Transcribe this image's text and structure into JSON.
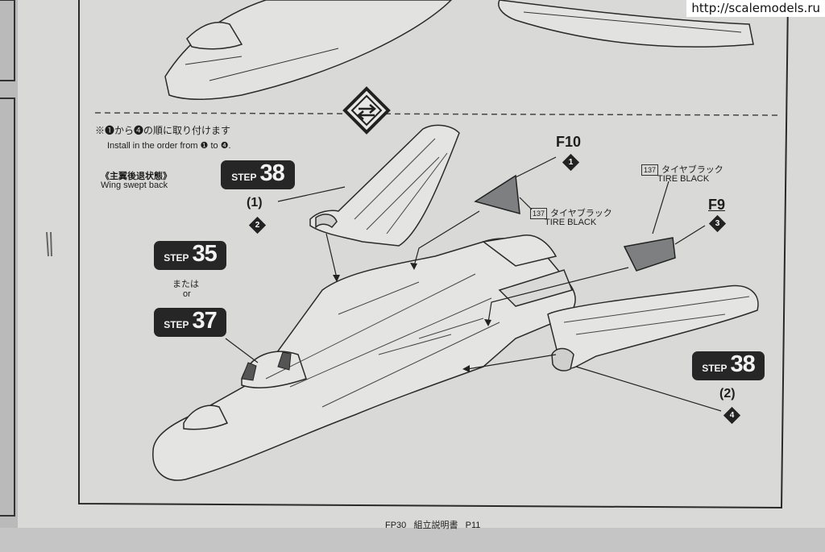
{
  "watermark": "http://scalemodels.ru",
  "note": {
    "jp": "※❶から❹の順に取り付けます",
    "en": "Install in the order from ❶ to ❹."
  },
  "state": {
    "jp": "《主翼後退状態》",
    "en": "Wing swept back"
  },
  "steps": {
    "wing_top": {
      "word": "STEP",
      "number": "38",
      "marker": "(1)",
      "order": "2"
    },
    "alt_a": {
      "word": "STEP",
      "number": "35"
    },
    "alt_or_jp": "または",
    "alt_or_en": "or",
    "alt_b": {
      "word": "STEP",
      "number": "37"
    },
    "wing_right": {
      "word": "STEP",
      "number": "38",
      "marker": "(2)",
      "order": "4"
    }
  },
  "parts": {
    "f10": {
      "id": "F10",
      "order": "1",
      "code": "137",
      "jp": "タイヤブラック",
      "en": "TIRE BLACK"
    },
    "f9": {
      "id": "F9",
      "order": "3",
      "code": "137",
      "jp": "タイヤブラック",
      "en": "TIRE BLACK"
    }
  },
  "footer": {
    "model": "FP30",
    "title": "組立説明書",
    "page": "P11"
  },
  "colors": {
    "paper": "#d9dad8",
    "ink": "#1d1d1d",
    "badge": "#262626",
    "part_fill": "#7d7f80"
  }
}
